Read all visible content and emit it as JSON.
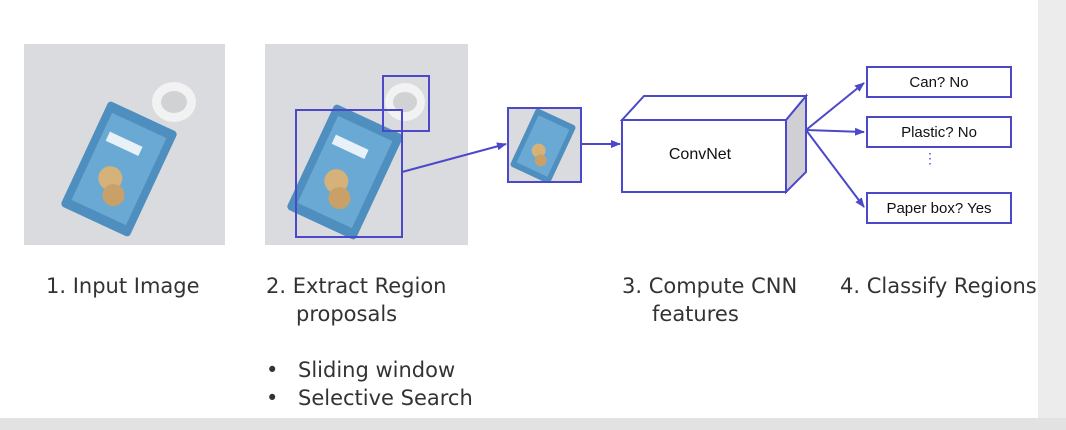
{
  "steps": {
    "step1": {
      "label": "1. Input Image"
    },
    "step2": {
      "label_line1": "2. Extract Region",
      "label_line2": "proposals"
    },
    "step3": {
      "label_line1": "3. Compute CNN",
      "label_line2": "features"
    },
    "step4": {
      "label": "4. Classify Regions"
    }
  },
  "proposal_methods": [
    "Sliding window",
    "Selective Search"
  ],
  "network": {
    "label": "ConvNet"
  },
  "classifications": [
    {
      "text": "Can? No"
    },
    {
      "text": "Plastic? No"
    },
    {
      "text": "Paper box? Yes"
    }
  ],
  "ellipsis": "⋮",
  "colors": {
    "accent": "#4b49c9",
    "text": "#333333",
    "photo_background": "#d8dadd",
    "package": "#5a9ac4"
  },
  "icons": {
    "input_photo": "package-and-cap-image",
    "cropped_region": "cropped-package-image"
  }
}
